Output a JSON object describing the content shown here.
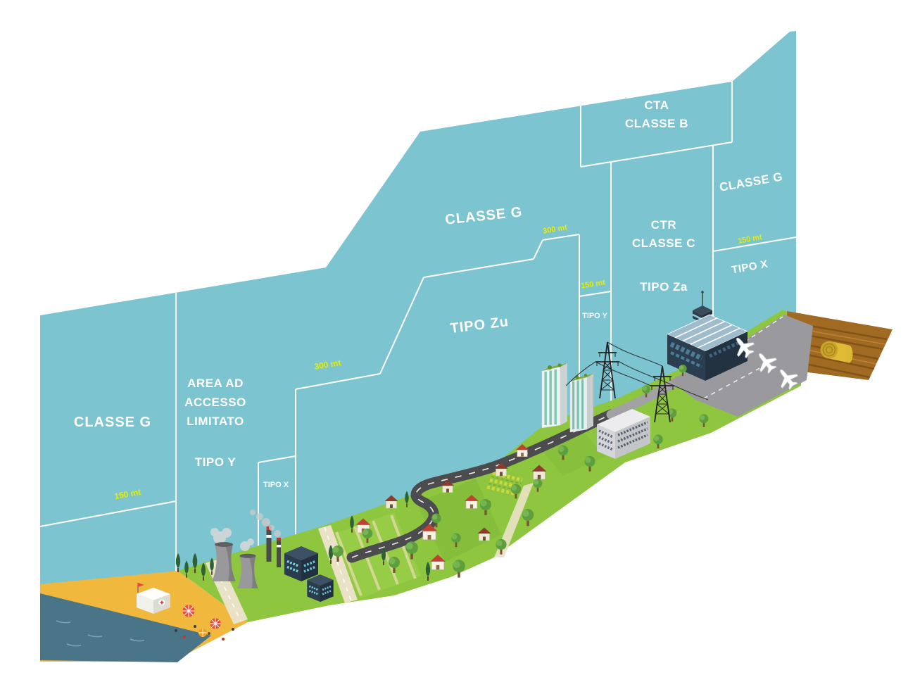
{
  "diagram": {
    "labels": {
      "classe_g_left": "CLASSE G",
      "alt_150_left": "150 mt",
      "area_ad": [
        "AREA AD",
        "ACCESSO",
        "LIMITATO"
      ],
      "tipo_y_left": "TIPO Y",
      "tipo_x_small": "TIPO X",
      "alt_300_left": "300 mt",
      "tipo_zu": "TIPO Zu",
      "classe_g_mid": "CLASSE G",
      "alt_300_mid": "300 mt",
      "alt_150_mid": "150 mt",
      "tipo_y_small": "TIPO Y",
      "cta": [
        "CTA",
        "CLASSE B"
      ],
      "ctr": [
        "CTR",
        "CLASSE C"
      ],
      "tipo_za": "TIPO Za",
      "classe_g_right": "CLASSE G",
      "alt_150_right": "150 mt",
      "tipo_x_right": "TIPO X"
    },
    "colors": {
      "wall": "#7dc4d1",
      "wall_line": "#ffffff",
      "zone_text": "#ffffff",
      "altitude_text": "#e4ee00",
      "sea": "#4a7589",
      "sand": "#f0b93d",
      "grass": "#8ec63f",
      "road": "#4c4c4e",
      "path": "#eae2c6",
      "apron": "#9a9a9e",
      "farm": "#a06a22"
    }
  }
}
